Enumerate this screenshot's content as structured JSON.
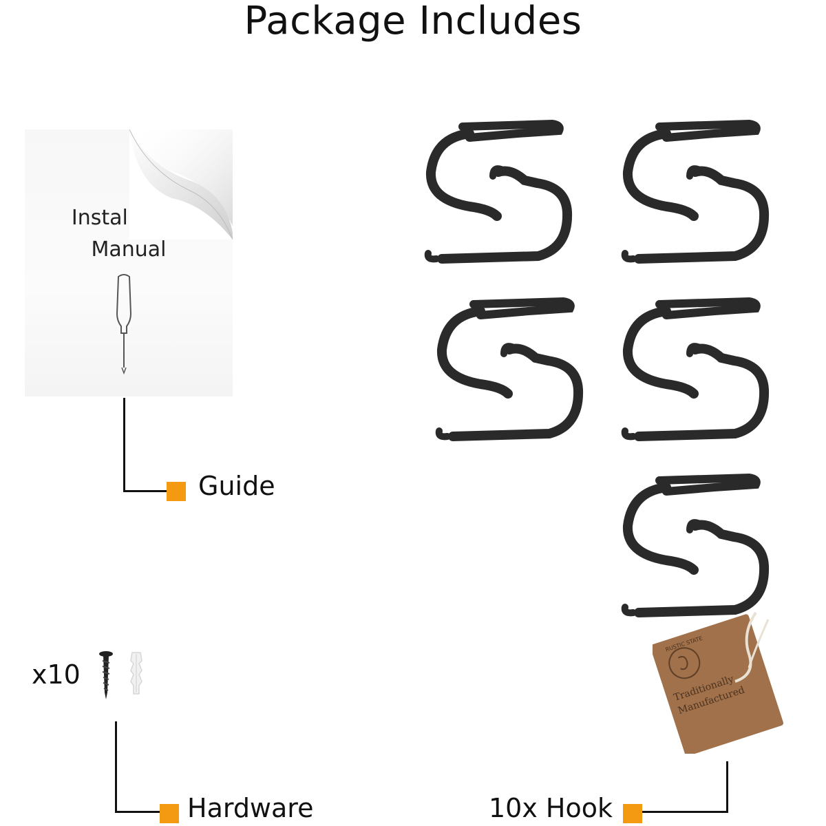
{
  "page": {
    "title": "Package Includes"
  },
  "manual": {
    "line1": "Installation",
    "line2": "Manual",
    "icon": "screwdriver-icon"
  },
  "labels": {
    "guide": "Guide",
    "hardware": "Hardware",
    "hook": "10x Hook",
    "hardware_count": "x10"
  },
  "hang_tag": {
    "line1": "Traditionally",
    "line2": "Manufactured",
    "brand": "RUSTIC STATE"
  },
  "colors": {
    "accent": "#f39a12",
    "hook": "#2a2a2a",
    "tag": "#a0714a",
    "line": "#111111"
  }
}
